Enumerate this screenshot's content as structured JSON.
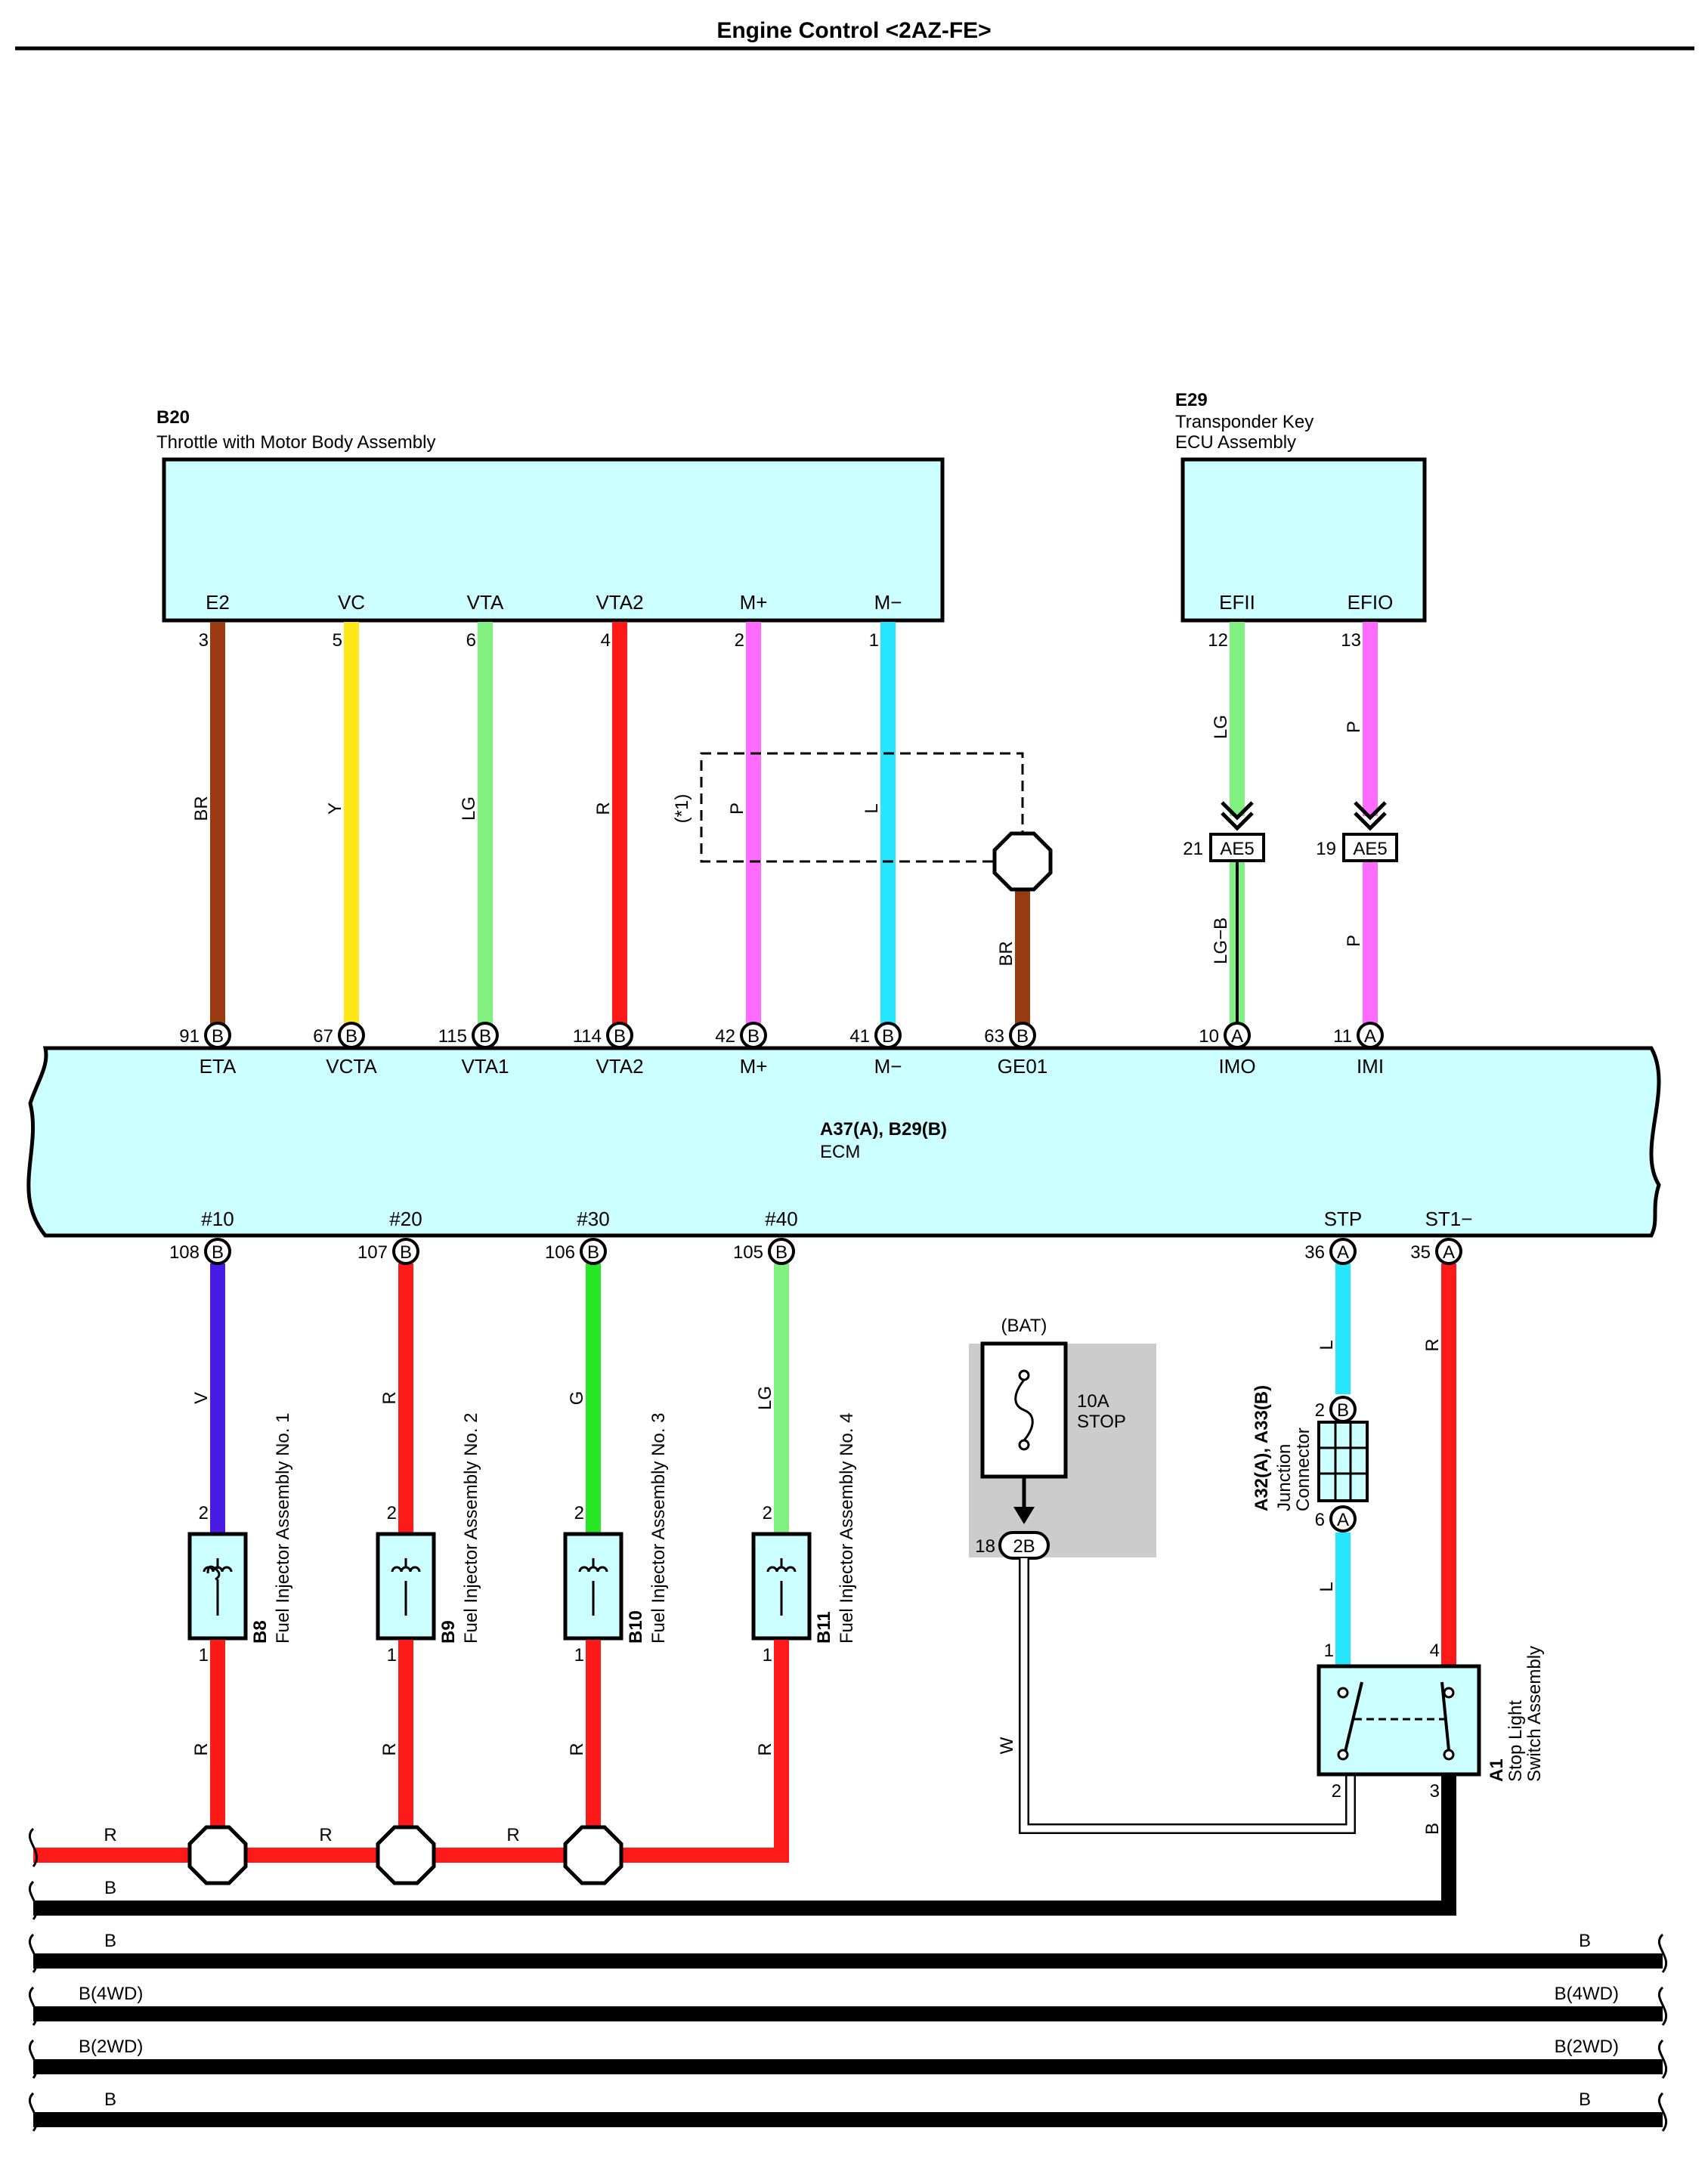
{
  "title": "Engine Control <2AZ-FE>",
  "colors": {
    "BR": "#993b12",
    "Y": "#ffe619",
    "LG": "#80f080",
    "R": "#ff1a1a",
    "P": "#ff6aff",
    "L": "#26e6ff",
    "V": "#4a1ae6",
    "G": "#26e626",
    "B": "#000000",
    "W": "#ffffff",
    "LG-B": "#80f080",
    "component_fill": "#ccffff",
    "fuse_box_fill": "#cccccc"
  },
  "components": {
    "throttle": {
      "code": "B20",
      "name": "Throttle with Motor Body Assembly",
      "pins": [
        {
          "label": "E2",
          "num": "3"
        },
        {
          "label": "VC",
          "num": "5"
        },
        {
          "label": "VTA",
          "num": "6"
        },
        {
          "label": "VTA2",
          "num": "4"
        },
        {
          "label": "M+",
          "num": "2"
        },
        {
          "label": "M−",
          "num": "1"
        }
      ]
    },
    "transponder": {
      "code": "E29",
      "name_line1": "Transponder Key",
      "name_line2": "ECU Assembly",
      "pins": [
        {
          "label": "EFII",
          "num": "12"
        },
        {
          "label": "EFIO",
          "num": "13"
        }
      ]
    },
    "ecm": {
      "code": "A37(A), B29(B)",
      "name": "ECM",
      "top_pins": [
        {
          "label": "ETA",
          "num": "91",
          "conn": "B"
        },
        {
          "label": "VCTA",
          "num": "67",
          "conn": "B"
        },
        {
          "label": "VTA1",
          "num": "115",
          "conn": "B"
        },
        {
          "label": "VTA2",
          "num": "114",
          "conn": "B"
        },
        {
          "label": "M+",
          "num": "42",
          "conn": "B"
        },
        {
          "label": "M−",
          "num": "41",
          "conn": "B"
        },
        {
          "label": "GE01",
          "num": "63",
          "conn": "B"
        },
        {
          "label": "IMO",
          "num": "10",
          "conn": "A"
        },
        {
          "label": "IMI",
          "num": "11",
          "conn": "A"
        }
      ],
      "bottom_pins": [
        {
          "label": "#10",
          "num": "108",
          "conn": "B"
        },
        {
          "label": "#20",
          "num": "107",
          "conn": "B"
        },
        {
          "label": "#30",
          "num": "106",
          "conn": "B"
        },
        {
          "label": "#40",
          "num": "105",
          "conn": "B"
        },
        {
          "label": "STP",
          "num": "36",
          "conn": "A"
        },
        {
          "label": "ST1−",
          "num": "35",
          "conn": "A"
        }
      ]
    },
    "injectors": [
      {
        "code": "B8",
        "name": "Fuel Injector Assembly No. 1",
        "pin_top": "2",
        "pin_bottom": "1"
      },
      {
        "code": "B9",
        "name": "Fuel Injector Assembly No. 2",
        "pin_top": "2",
        "pin_bottom": "1"
      },
      {
        "code": "B10",
        "name": "Fuel Injector Assembly No. 3",
        "pin_top": "2",
        "pin_bottom": "1"
      },
      {
        "code": "B11",
        "name": "Fuel Injector Assembly No. 4",
        "pin_top": "2",
        "pin_bottom": "1"
      }
    ],
    "fuse": {
      "source": "(BAT)",
      "rating": "10A",
      "name": "STOP",
      "connector": "2B",
      "pin": "18"
    },
    "junction": {
      "code": "A32(A), A33(B)",
      "name_line1": "Junction",
      "name_line2": "Connector",
      "pin_top": "2",
      "conn_top": "B",
      "pin_bottom": "6",
      "conn_bottom": "A"
    },
    "stop_switch": {
      "code": "A1",
      "name_line1": "Stop Light",
      "name_line2": "Switch Assembly",
      "pins": [
        "1",
        "4",
        "2",
        "3"
      ]
    },
    "inline_connector": {
      "label": "AE5",
      "pins": [
        "21",
        "19"
      ]
    }
  },
  "wire_labels": {
    "throttle": [
      "BR",
      "Y",
      "LG",
      "R",
      "P",
      "L"
    ],
    "shield_ref": "(*1)",
    "ge01": "BR",
    "efii_upper": "LG",
    "efii_lower": "LG−B",
    "efio_upper": "P",
    "efio_lower": "P",
    "injector_top": [
      "V",
      "R",
      "G",
      "LG"
    ],
    "injector_bottom": [
      "R",
      "R",
      "R",
      "R"
    ],
    "stp_upper": "L",
    "stp_lower": "L",
    "st1": "R",
    "fuse_out": "W",
    "switch_ground": "B"
  },
  "bus_labels": {
    "r_bus": [
      "R",
      "R",
      "R"
    ],
    "b1": "B",
    "b2_left": "B",
    "b2_right": "B",
    "b3_left": "B(4WD)",
    "b3_right": "B(4WD)",
    "b4_left": "B(2WD)",
    "b4_right": "B(2WD)",
    "b5_left": "B",
    "b5_right": "B"
  }
}
